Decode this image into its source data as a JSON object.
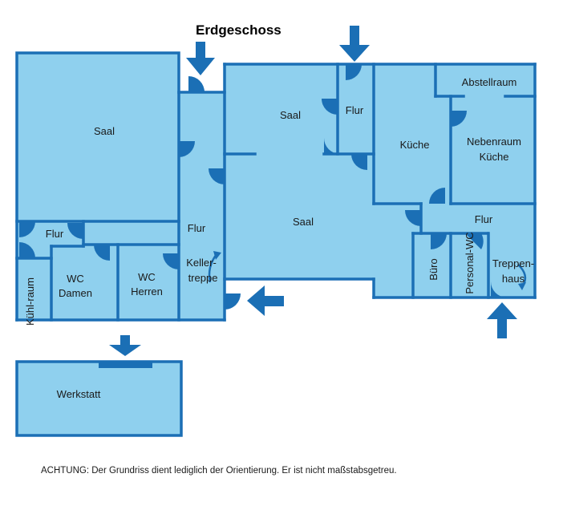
{
  "title": "Erdgeschoss",
  "note": "ACHTUNG: Der Grundriss dient lediglich der Orientierung. Er ist nicht maßstabsgetreu.",
  "colors": {
    "room_fill": "#8fd0ee",
    "wall": "#1b6fb5",
    "arrow": "#1b6fb5"
  },
  "rooms": {
    "saal_left": "Saal",
    "flur_small": "Flur",
    "flur_main": "Flur",
    "kellertreppe_1": "Keller-",
    "kellertreppe_2": "treppe",
    "wc_damen_1": "WC",
    "wc_damen_2": "Damen",
    "wc_herren_1": "WC",
    "wc_herren_2": "Herren",
    "kuehlraum": "Kühl-raum",
    "saal_upper": "Saal",
    "flur_top": "Flur",
    "saal_center": "Saal",
    "kueche": "Küche",
    "abstellraum": "Abstellraum",
    "nebenraum_1": "Nebenraum",
    "nebenraum_2": "Küche",
    "flur_right": "Flur",
    "buero": "Büro",
    "personal_wc": "Personal-WC",
    "treppenhaus_1": "Treppen-",
    "treppenhaus_2": "haus",
    "werkstatt": "Werkstatt"
  },
  "entrances": [
    "entrance-arrow-top-left",
    "entrance-arrow-top-center",
    "entrance-arrow-side",
    "entrance-arrow-bottom-right",
    "entrance-arrow-workshop"
  ]
}
